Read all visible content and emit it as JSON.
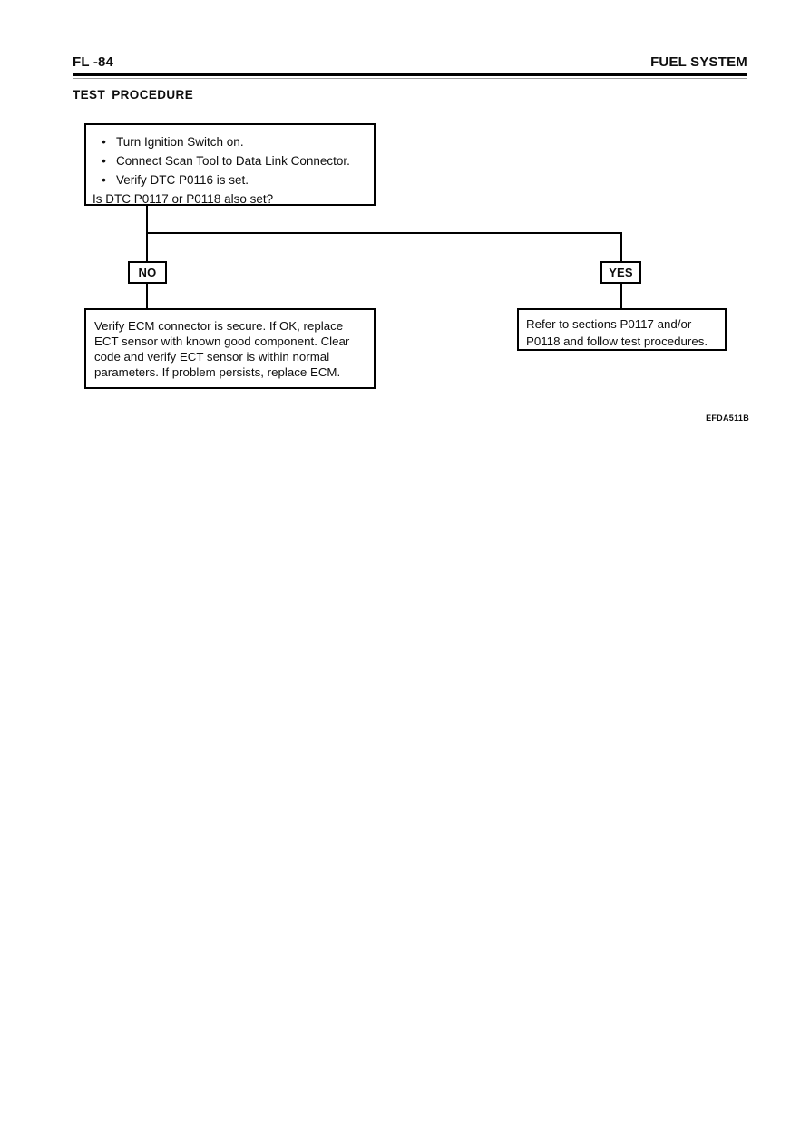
{
  "page": {
    "header_left": "FL -84",
    "header_right": "FUEL SYSTEM",
    "section_title": "TEST PROCEDURE",
    "figure_code": "EFDA511B",
    "bullet_char": "•"
  },
  "flowchart": {
    "start_box": {
      "bullets": [
        "Turn Ignition Switch on.",
        "Connect Scan Tool to Data Link Connector.",
        "Verify DTC P0116 is set."
      ],
      "question": "Is DTC P0117 or P0118 also set?"
    },
    "no_branch": {
      "label": "NO",
      "result_lines": [
        "Verify ECM connector is secure. If OK, replace",
        "ECT sensor with known good component. Clear",
        "code and verify ECT sensor is within normal",
        "parameters. If problem persists, replace ECM."
      ]
    },
    "yes_branch": {
      "label": "YES",
      "result_lines": [
        "Refer to sections P0117 and/or",
        "P0118 and follow test procedures."
      ]
    }
  },
  "colors": {
    "ink": "#000000",
    "paper": "#ffffff"
  }
}
